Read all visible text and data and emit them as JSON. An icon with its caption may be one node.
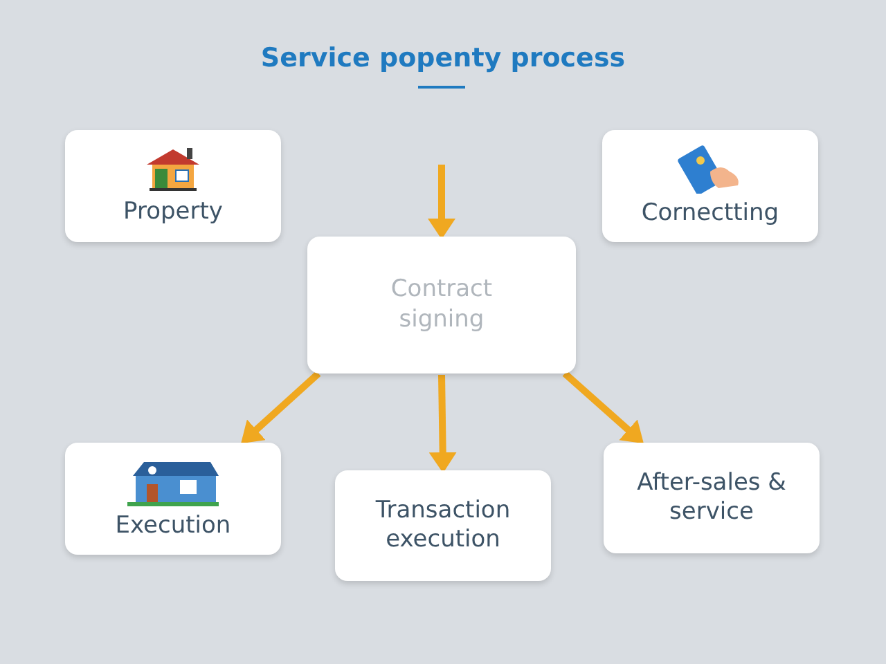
{
  "diagram": {
    "title": "Service popenty process",
    "nodes": [
      {
        "text": [
          "Property"
        ]
      },
      {
        "text": [
          "Cornectting"
        ]
      },
      {
        "text": [
          "Contract signing"
        ]
      },
      {
        "text": [
          "Execution"
        ]
      },
      {
        "text": [
          "Transaction execution"
        ]
      },
      {
        "text": [
          "After-sales & service"
        ]
      }
    ],
    "edges": [
      {
        "from": null,
        "to": 2,
        "arrow": "to"
      },
      {
        "from": 2,
        "to": 3,
        "arrow": "to"
      },
      {
        "from": 2,
        "to": 4,
        "arrow": "to"
      },
      {
        "from": 2,
        "to": 5,
        "arrow": "to"
      }
    ]
  }
}
